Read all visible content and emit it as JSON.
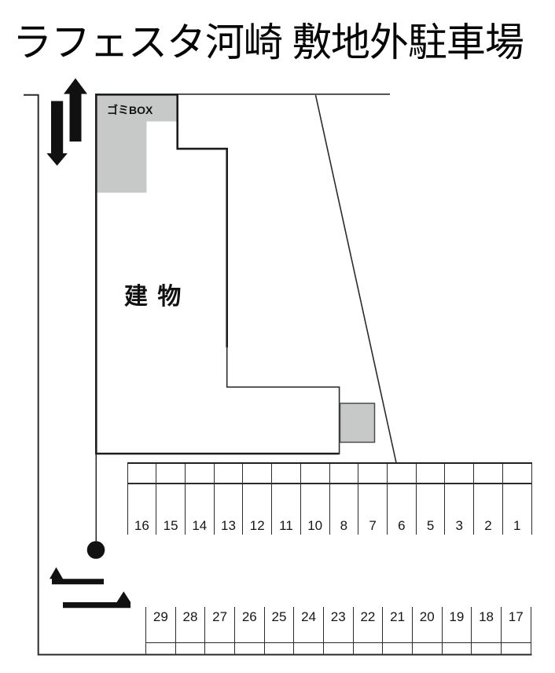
{
  "title": "ラフェスタ河崎 敷地外駐車場",
  "building_label": "建 物",
  "trash_box_label": "ゴミBOX",
  "parking": {
    "upper_row": {
      "stalls": [
        "16",
        "15",
        "14",
        "13",
        "12",
        "11",
        "10",
        "8",
        "7",
        "6",
        "5",
        "3",
        "2",
        "1"
      ]
    },
    "lower_row": {
      "stalls": [
        "29",
        "28",
        "27",
        "26",
        "25",
        "24",
        "23",
        "22",
        "21",
        "20",
        "19",
        "18",
        "17"
      ]
    }
  },
  "colors": {
    "line": "#2b2b2b",
    "building_outline": "#1d1d1d",
    "shape_fill_gray": "#c7c9c9",
    "arrow_ink": "#111111"
  }
}
